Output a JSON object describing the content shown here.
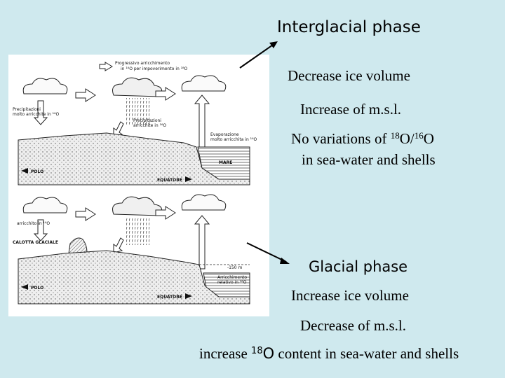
{
  "interglacial": {
    "title": "Interglacial phase",
    "line1": "Decrease ice volume",
    "line2": "Increase of  m.s.l.",
    "line3_pre": "No variations of  ",
    "iso_mass_a": "18",
    "iso_el_a": "O/",
    "iso_mass_b": "16",
    "iso_el_b": "O",
    "line4": "in sea-water and shells"
  },
  "glacial": {
    "title": "Glacial phase",
    "line1": "Increase ice volume",
    "line2": "Decrease of m.s.l.",
    "line3_pre": "increase ",
    "iso_mass": "18",
    "iso_el": "O",
    "line3_post": " content in sea-water and shells"
  },
  "figure": {
    "top": {
      "label_depletion_a": "Progressivo arricchimento",
      "label_depletion_b": "in ¹⁶O per impoverimento in ¹⁸O",
      "label_precip_pole_a": "Precipitazioni",
      "label_precip_pole_b": "molto arricchite in ¹⁶O",
      "label_precip_mid_a": "Precipitazioni",
      "label_precip_mid_b": "arricchite in ¹⁶O",
      "label_evap_a": "Evaporazione",
      "label_evap_b": "molto arricchita in ¹⁶O",
      "label_sea": "MARE",
      "label_pole": "POLO",
      "label_equator": "EQUATORE"
    },
    "bottom": {
      "label_enriched": "arricchito in ¹⁶O",
      "label_icecap": "CALOTTA GLACIALE",
      "label_depth": "-150 m",
      "label_relative_a": "Arricchimento",
      "label_relative_b": "relativo in ¹⁸O",
      "label_pole": "POLO",
      "label_equator": "EQUATORE"
    }
  }
}
